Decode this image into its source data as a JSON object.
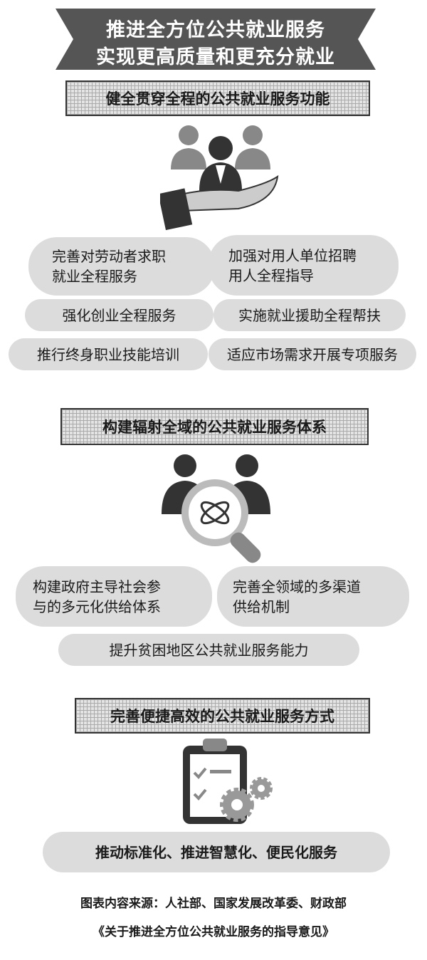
{
  "title": {
    "line1": "推进全方位公共就业服务",
    "line2": "实现更高质量和更充分就业"
  },
  "sections": [
    {
      "heading": "健全贯穿全程的公共就业服务功能",
      "icon": "people-in-hand-icon",
      "items": [
        {
          "line1": "完善对劳动者求职",
          "line2": "就业全程服务"
        },
        {
          "line1": "加强对用人单位招聘",
          "line2": "用人全程指导"
        },
        {
          "line1": "强化创业全程服务"
        },
        {
          "line1": "实施就业援助全程帮扶"
        },
        {
          "line1": "推行终身职业技能培训"
        },
        {
          "line1": "适应市场需求开展专项服务"
        }
      ]
    },
    {
      "heading": "构建辐射全域的公共就业服务体系",
      "icon": "people-magnifier-icon",
      "items": [
        {
          "line1": "构建政府主导社会参",
          "line2": "与的多元化供给体系"
        },
        {
          "line1": "完善全领域的多渠道",
          "line2": "供给机制"
        },
        {
          "line1": "提升贫困地区公共就业服务能力"
        }
      ]
    },
    {
      "heading": "完善便捷高效的公共就业服务方式",
      "icon": "clipboard-gears-icon",
      "items": [
        {
          "line1": "推动标准化、推进智慧化、便民化服务"
        }
      ]
    }
  ],
  "footer": {
    "source": "图表内容来源：人社部、国家发展改革委、财政部",
    "document": "《关于推进全方位公共就业服务的指导意见》"
  }
}
